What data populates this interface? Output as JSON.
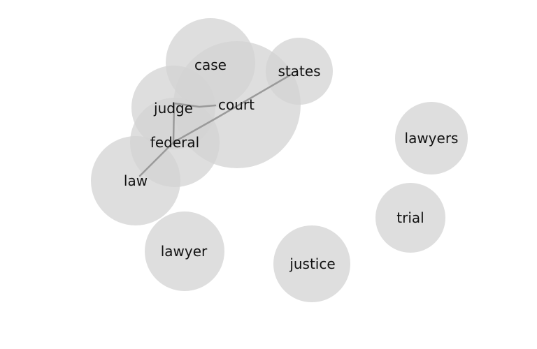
{
  "nodes": [
    {
      "id": "case",
      "label": "case"
    },
    {
      "id": "court",
      "label": "court"
    },
    {
      "id": "states",
      "label": "states"
    },
    {
      "id": "judge",
      "label": "judge"
    },
    {
      "id": "federal",
      "label": "federal"
    },
    {
      "id": "law",
      "label": "law"
    },
    {
      "id": "lawyers",
      "label": "lawyers"
    },
    {
      "id": "trial",
      "label": "trial"
    },
    {
      "id": "lawyer",
      "label": "lawyer"
    },
    {
      "id": "justice",
      "label": "justice"
    }
  ],
  "edges": [
    {
      "from": "judge",
      "to": "court"
    },
    {
      "from": "judge",
      "to": "federal"
    },
    {
      "from": "federal",
      "to": "law"
    },
    {
      "from": "federal",
      "to": "court"
    },
    {
      "from": "court",
      "to": "states"
    }
  ],
  "colors": {
    "node_fill": "#d3d3d3",
    "edge_stroke": "#9a9a9a",
    "label_text": "#111111",
    "background": "#ffffff"
  }
}
